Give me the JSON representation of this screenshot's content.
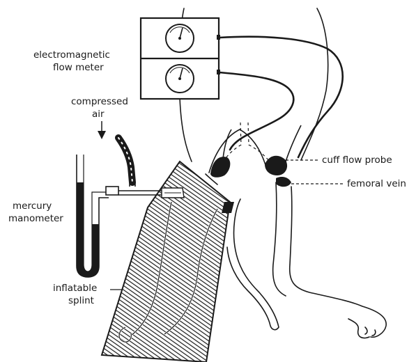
{
  "labels": {
    "flow_meter": [
      "electromagnetic",
      "flow meter"
    ],
    "compressed_air": [
      "compressed",
      "air"
    ],
    "manometer": [
      "mercury",
      "manometer"
    ],
    "splint": [
      "inflatable",
      "splint"
    ],
    "cuff_probe": "cuff flow probe",
    "femoral_vein": "femoral vein"
  },
  "colors": {
    "ink": "#1a1a1a",
    "paper": "#ffffff"
  }
}
